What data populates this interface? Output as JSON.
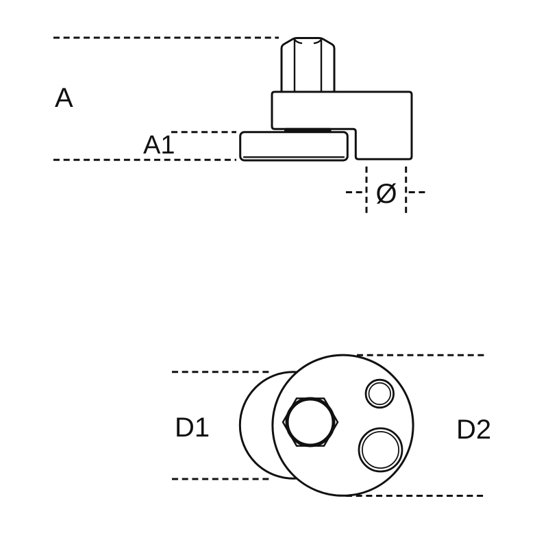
{
  "page": {
    "background_color": "#ffffff",
    "line_color": "#111111"
  },
  "top_view": {
    "name": "side-elevation-of-clamp-with-hex-bolt",
    "label_a": "A",
    "label_a1": "A1",
    "label_diameter": "Ø"
  },
  "bottom_view": {
    "name": "plan-view-with-hex-socket-and-holes",
    "label_d1": "D1",
    "label_d2": "D2"
  }
}
